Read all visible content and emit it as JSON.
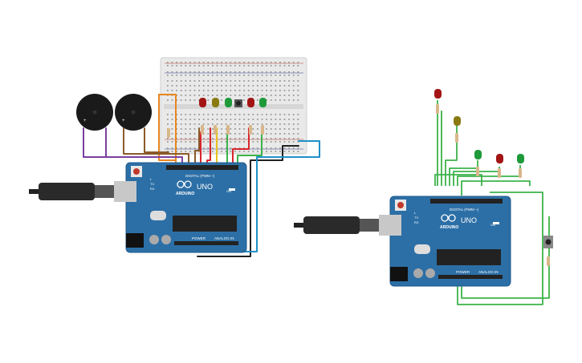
{
  "board_left": {
    "brand": "ARDUINO",
    "model": "UNO",
    "digital_header": "DIGITAL (PWM ~)",
    "power_header": "POWER",
    "analog_header": "ANALOG IN",
    "tx_label": "TX",
    "rx_label": "RX",
    "l_label": "L",
    "on_label": "ON"
  },
  "board_right": {
    "brand": "ARDUINO",
    "model": "UNO",
    "digital_header": "DIGITAL (PWM ~)",
    "power_header": "POWER",
    "analog_header": "ANALOG IN",
    "tx_label": "TX",
    "rx_label": "RX",
    "l_label": "L",
    "on_label": "ON"
  },
  "colors": {
    "board": "#2c6fa6",
    "board_edge": "#1f5a8c",
    "wire_orange": "#e8871e",
    "wire_purple": "#7b3fa0",
    "wire_brown": "#8a5a2b",
    "wire_green": "#3db34a",
    "wire_red": "#d9262c",
    "wire_yellow": "#e8c21e",
    "wire_black": "#222222",
    "wire_blue": "#1e90c8",
    "led_red": "#a31515",
    "led_yellow": "#8a7a12",
    "led_green": "#1e9a3a",
    "buzzer": "#1a1a1a",
    "breadboard": "#e9e9e9"
  }
}
